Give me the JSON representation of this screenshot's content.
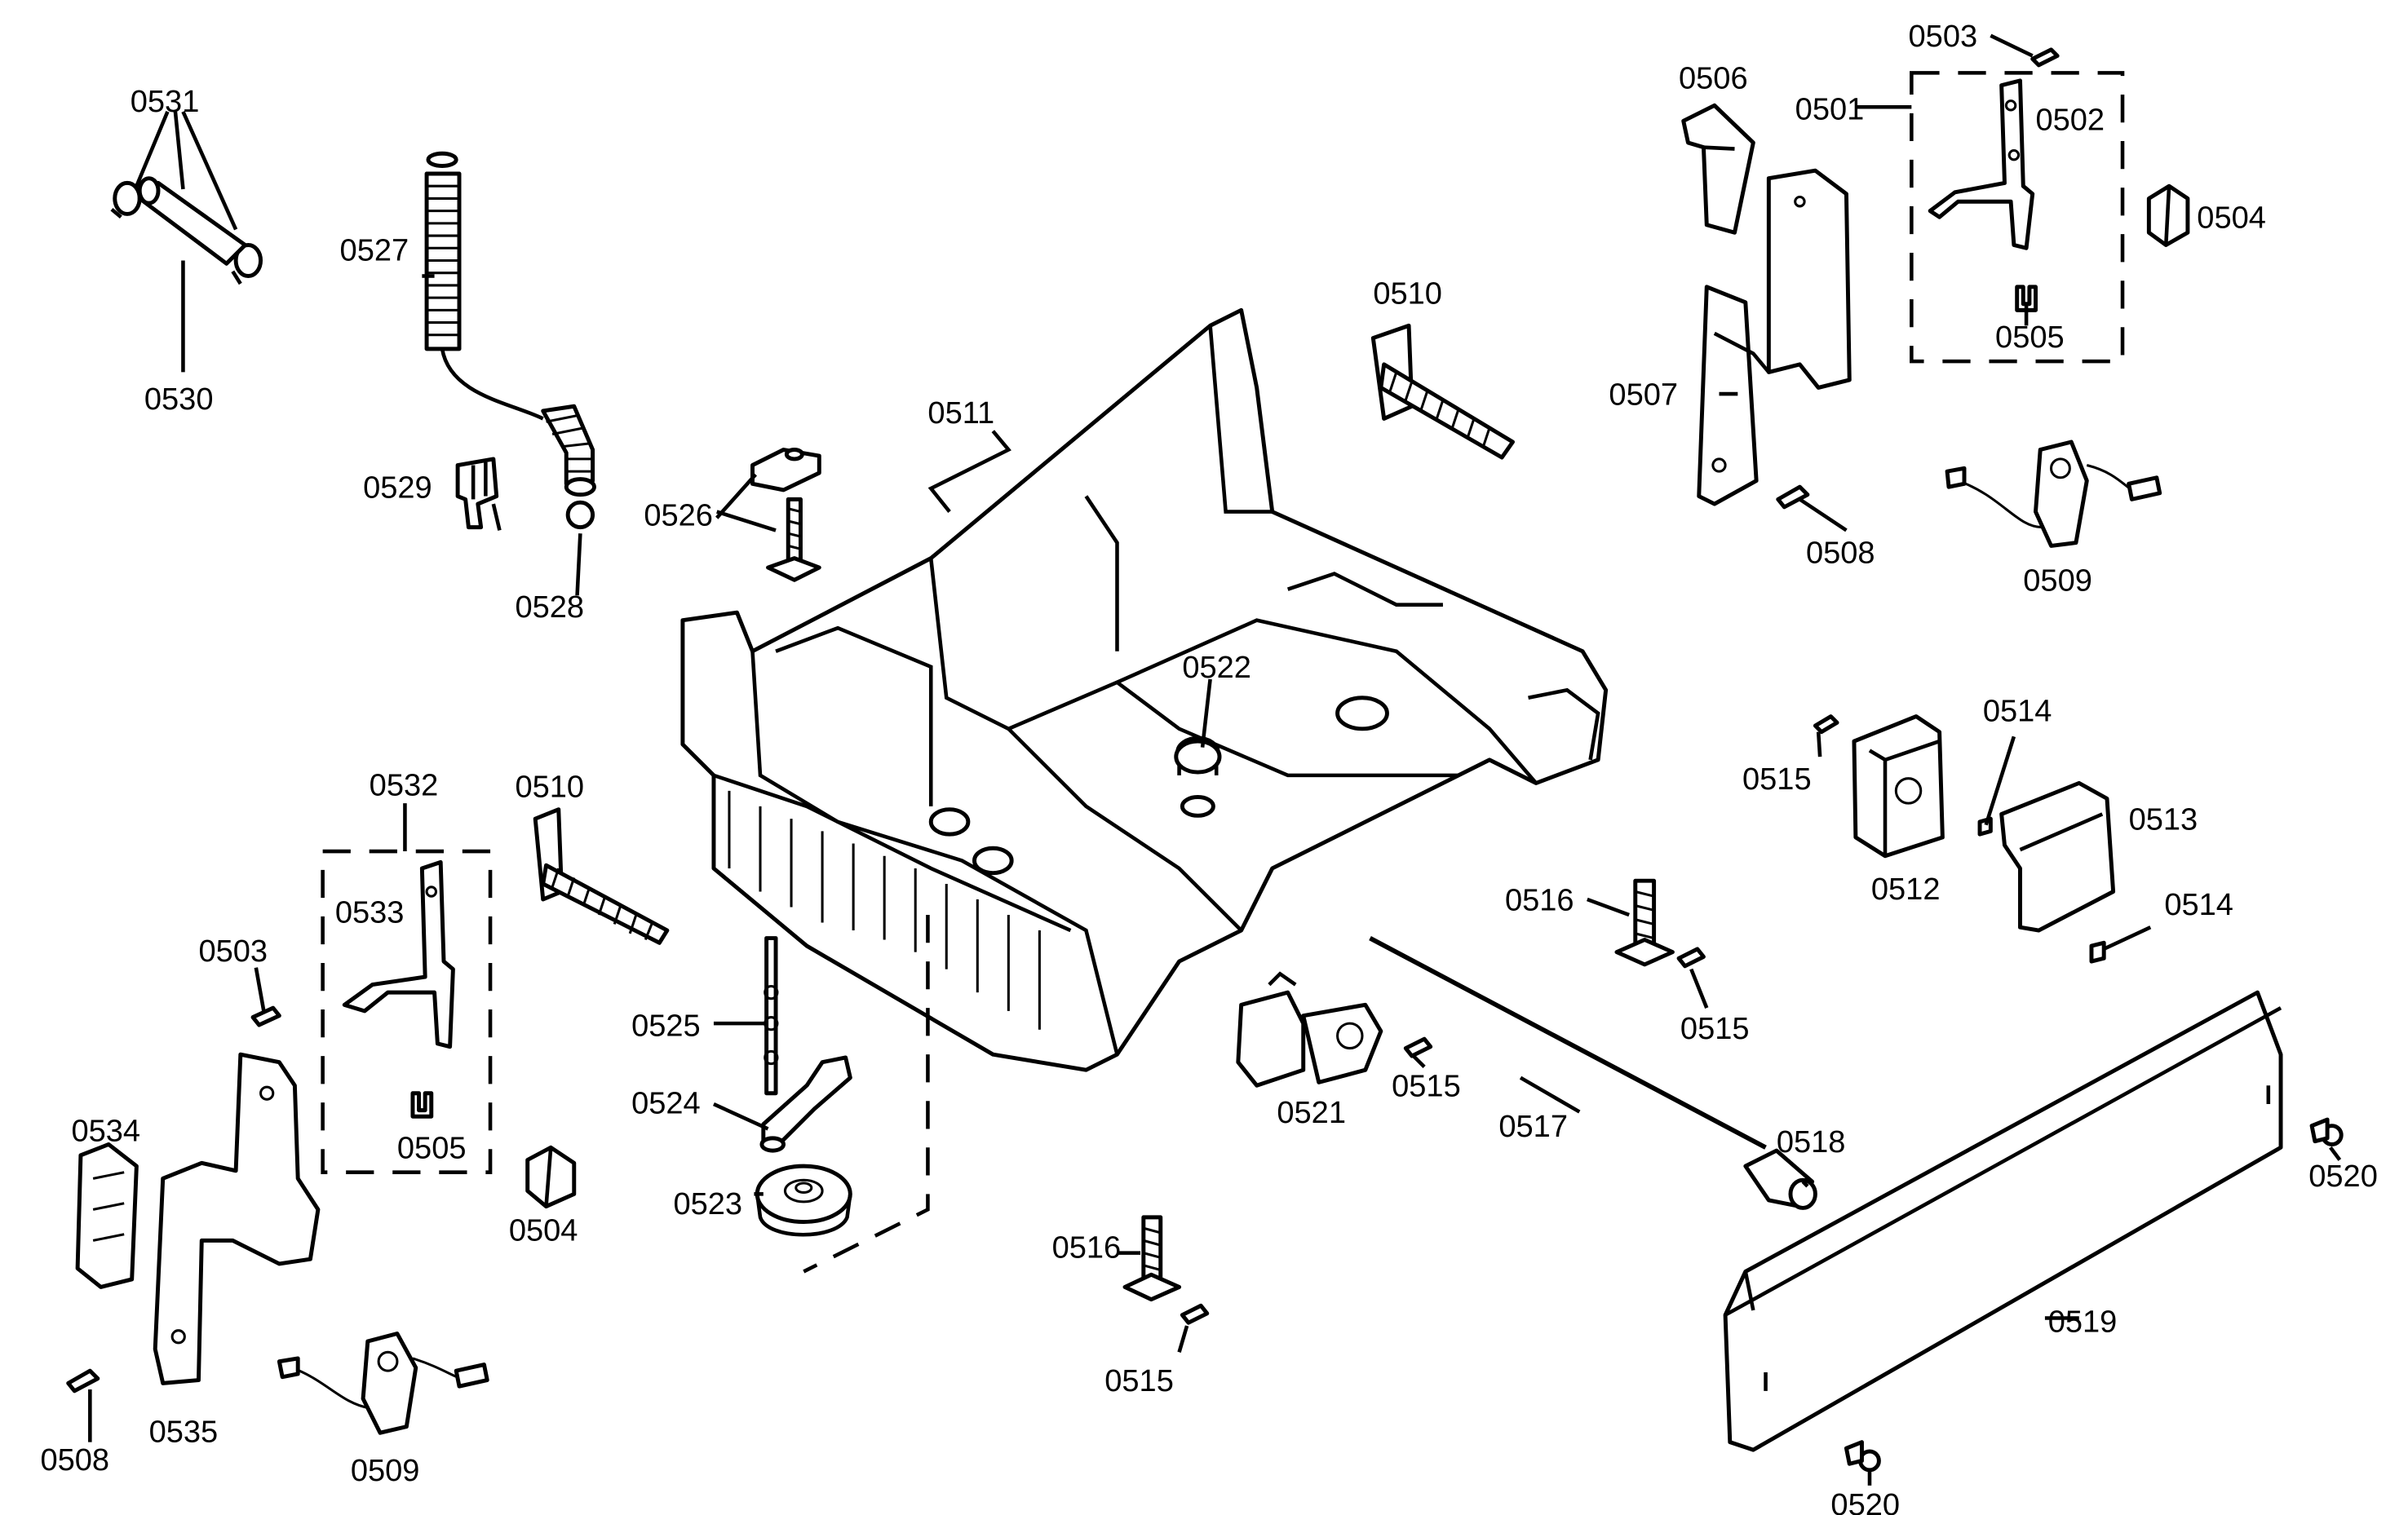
{
  "labels": {
    "l0531": "0531",
    "l0530": "0530",
    "l0527": "0527",
    "l0529": "0529",
    "l0528": "0528",
    "l0526": "0526",
    "l0511": "0511",
    "l0510a": "0510",
    "l0510b": "0510",
    "l0506": "0506",
    "l0501": "0501",
    "l0503a": "0503",
    "l0502": "0502",
    "l0504a": "0504",
    "l0505a": "0505",
    "l0507": "0507",
    "l0508a": "0508",
    "l0509a": "0509",
    "l0522": "0522",
    "l0532": "0532",
    "l0533": "0533",
    "l0503b": "0503",
    "l0505b": "0505",
    "l0504b": "0504",
    "l0534": "0534",
    "l0535": "0535",
    "l0508b": "0508",
    "l0509b": "0509",
    "l0525": "0525",
    "l0524": "0524",
    "l0523": "0523",
    "l0516a": "0516",
    "l0516b": "0516",
    "l0515a": "0515",
    "l0515b": "0515",
    "l0515c": "0515",
    "l0515d": "0515",
    "l0514a": "0514",
    "l0514b": "0514",
    "l0513": "0513",
    "l0512": "0512",
    "l0521": "0521",
    "l0517": "0517",
    "l0518": "0518",
    "l0519": "0519",
    "l0520a": "0520",
    "l0520b": "0520"
  }
}
